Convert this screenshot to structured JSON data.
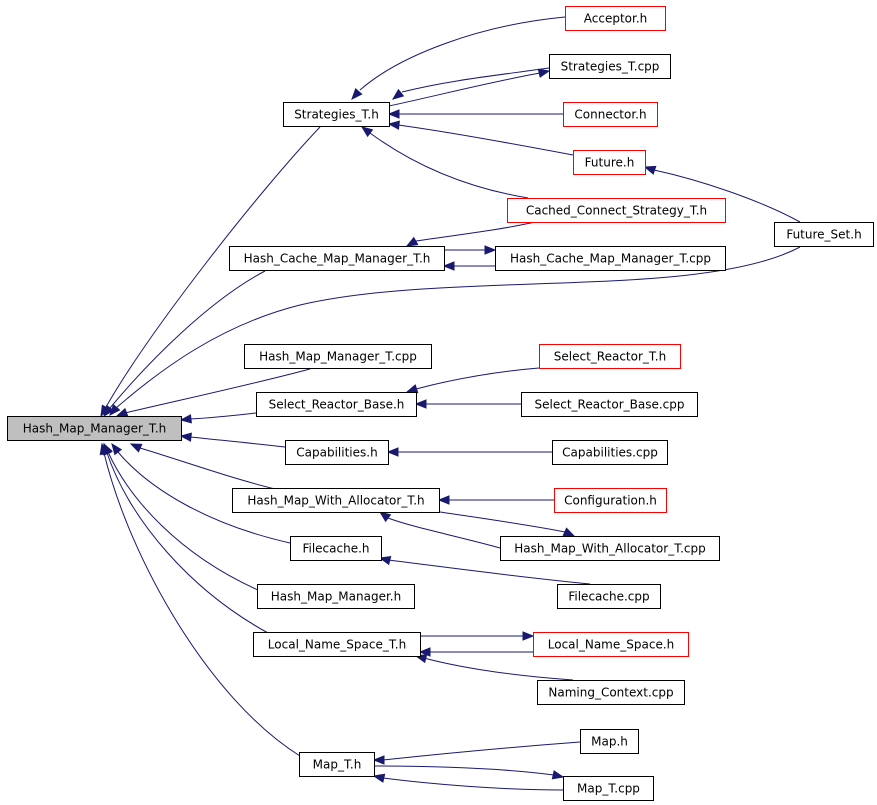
{
  "colors": {
    "edge": "#191970",
    "root_fill": "#bfbfbf",
    "node_fill": "#ffffff",
    "node_border": "#000000",
    "undocumented_border": "#ff0000"
  },
  "nodes": {
    "hash_map_manager_t_h": {
      "label": "Hash_Map_Manager_T.h",
      "style": "root"
    },
    "strategies_t_h": {
      "label": "Strategies_T.h",
      "style": "normal"
    },
    "acceptor_h": {
      "label": "Acceptor.h",
      "style": "red"
    },
    "strategies_t_cpp": {
      "label": "Strategies_T.cpp",
      "style": "normal"
    },
    "connector_h": {
      "label": "Connector.h",
      "style": "red"
    },
    "future_h": {
      "label": "Future.h",
      "style": "red"
    },
    "future_set_h": {
      "label": "Future_Set.h",
      "style": "normal"
    },
    "cached_connect_strategy_t_h": {
      "label": "Cached_Connect_Strategy_T.h",
      "style": "red"
    },
    "hash_cache_map_manager_t_h": {
      "label": "Hash_Cache_Map_Manager_T.h",
      "style": "normal"
    },
    "hash_cache_map_manager_t_cpp": {
      "label": "Hash_Cache_Map_Manager_T.cpp",
      "style": "normal"
    },
    "hash_map_manager_t_cpp": {
      "label": "Hash_Map_Manager_T.cpp",
      "style": "normal"
    },
    "select_reactor_t_h": {
      "label": "Select_Reactor_T.h",
      "style": "red"
    },
    "select_reactor_base_h": {
      "label": "Select_Reactor_Base.h",
      "style": "normal"
    },
    "select_reactor_base_cpp": {
      "label": "Select_Reactor_Base.cpp",
      "style": "normal"
    },
    "capabilities_h": {
      "label": "Capabilities.h",
      "style": "normal"
    },
    "capabilities_cpp": {
      "label": "Capabilities.cpp",
      "style": "normal"
    },
    "hash_map_with_allocator_t_h": {
      "label": "Hash_Map_With_Allocator_T.h",
      "style": "normal"
    },
    "configuration_h": {
      "label": "Configuration.h",
      "style": "red"
    },
    "hash_map_with_allocator_t_cpp": {
      "label": "Hash_Map_With_Allocator_T.cpp",
      "style": "normal"
    },
    "filecache_h": {
      "label": "Filecache.h",
      "style": "normal"
    },
    "filecache_cpp": {
      "label": "Filecache.cpp",
      "style": "normal"
    },
    "hash_map_manager_h": {
      "label": "Hash_Map_Manager.h",
      "style": "normal"
    },
    "local_name_space_t_h": {
      "label": "Local_Name_Space_T.h",
      "style": "normal"
    },
    "local_name_space_h": {
      "label": "Local_Name_Space.h",
      "style": "red"
    },
    "naming_context_cpp": {
      "label": "Naming_Context.cpp",
      "style": "normal"
    },
    "map_t_h": {
      "label": "Map_T.h",
      "style": "normal"
    },
    "map_h": {
      "label": "Map.h",
      "style": "normal"
    },
    "map_t_cpp": {
      "label": "Map_T.cpp",
      "style": "normal"
    }
  },
  "edges": [
    {
      "from": "strategies_t_h",
      "to": "hash_map_manager_t_h"
    },
    {
      "from": "hash_cache_map_manager_t_h",
      "to": "hash_map_manager_t_h"
    },
    {
      "from": "future_set_h",
      "to": "hash_map_manager_t_h"
    },
    {
      "from": "hash_map_manager_t_cpp",
      "to": "hash_map_manager_t_h"
    },
    {
      "from": "select_reactor_base_h",
      "to": "hash_map_manager_t_h"
    },
    {
      "from": "capabilities_h",
      "to": "hash_map_manager_t_h"
    },
    {
      "from": "hash_map_with_allocator_t_h",
      "to": "hash_map_manager_t_h"
    },
    {
      "from": "filecache_h",
      "to": "hash_map_manager_t_h"
    },
    {
      "from": "hash_map_manager_h",
      "to": "hash_map_manager_t_h"
    },
    {
      "from": "local_name_space_t_h",
      "to": "hash_map_manager_t_h"
    },
    {
      "from": "map_t_h",
      "to": "hash_map_manager_t_h"
    },
    {
      "from": "acceptor_h",
      "to": "strategies_t_h"
    },
    {
      "from": "strategies_t_cpp",
      "to": "strategies_t_h"
    },
    {
      "from": "connector_h",
      "to": "strategies_t_h"
    },
    {
      "from": "future_h",
      "to": "strategies_t_h"
    },
    {
      "from": "cached_connect_strategy_t_h",
      "to": "strategies_t_h"
    },
    {
      "from": "future_set_h",
      "to": "future_h"
    },
    {
      "from": "cached_connect_strategy_t_h",
      "to": "hash_cache_map_manager_t_h"
    },
    {
      "from": "hash_cache_map_manager_t_cpp",
      "to": "hash_cache_map_manager_t_h"
    },
    {
      "from": "hash_cache_map_manager_t_h",
      "to": "hash_cache_map_manager_t_cpp"
    },
    {
      "from": "strategies_t_h",
      "to": "strategies_t_cpp"
    },
    {
      "from": "select_reactor_t_h",
      "to": "select_reactor_base_h"
    },
    {
      "from": "select_reactor_base_cpp",
      "to": "select_reactor_base_h"
    },
    {
      "from": "capabilities_cpp",
      "to": "capabilities_h"
    },
    {
      "from": "configuration_h",
      "to": "hash_map_with_allocator_t_h"
    },
    {
      "from": "hash_map_with_allocator_t_cpp",
      "to": "hash_map_with_allocator_t_h"
    },
    {
      "from": "hash_map_with_allocator_t_h",
      "to": "hash_map_with_allocator_t_cpp"
    },
    {
      "from": "filecache_cpp",
      "to": "filecache_h"
    },
    {
      "from": "local_name_space_t_h",
      "to": "local_name_space_h"
    },
    {
      "from": "local_name_space_h",
      "to": "local_name_space_t_h"
    },
    {
      "from": "naming_context_cpp",
      "to": "local_name_space_t_h"
    },
    {
      "from": "map_h",
      "to": "map_t_h"
    },
    {
      "from": "map_t_cpp",
      "to": "map_t_h"
    },
    {
      "from": "map_t_h",
      "to": "map_t_cpp"
    }
  ]
}
